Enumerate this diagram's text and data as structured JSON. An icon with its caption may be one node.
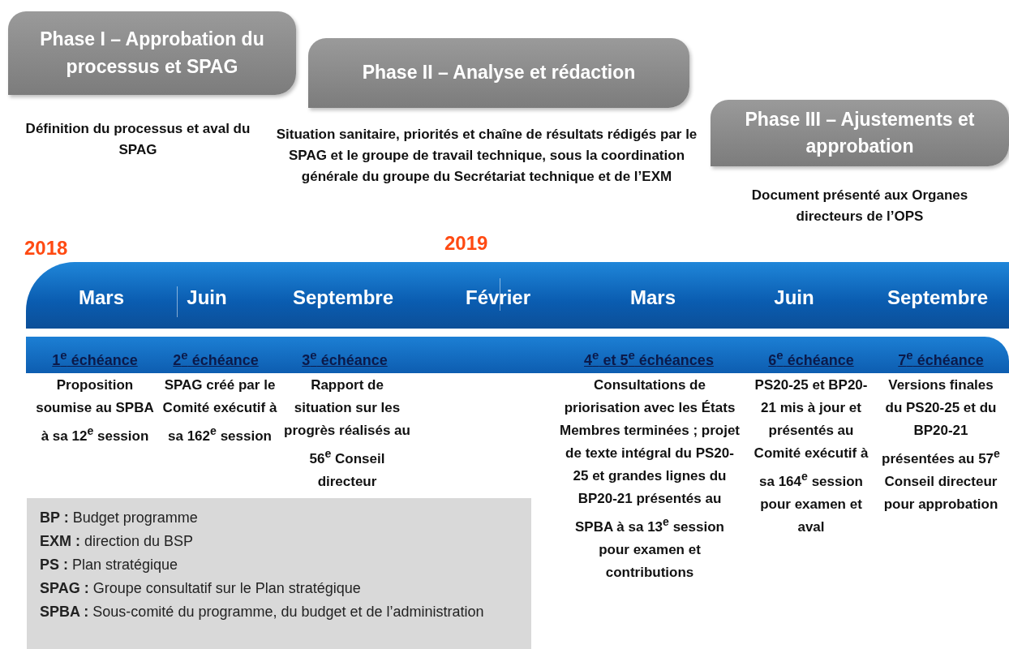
{
  "diagram": {
    "nodes": [
      {
        "text": [
          "Phase I – Approbation du processus et SPAG"
        ],
        "beside": [
          "Définition du processus et aval du SPAG"
        ]
      },
      {
        "text": [
          "Phase II – Analyse et rédaction"
        ],
        "beside": [
          "Situation sanitaire, priorités et chaîne de résultats rédigés par le SPAG et le groupe de travail technique, sous la coordination générale du groupe du Secrétariat technique et de l’EXM"
        ]
      },
      {
        "text": [
          "Phase III – Ajustements et approbation"
        ],
        "beside": [
          "Document présenté aux Organes directeurs de l’OPS"
        ]
      },
      {
        "text": [
          "Mars",
          "Juin",
          "Septembre",
          "Février",
          "Mars",
          "Juin",
          "Septembre"
        ]
      },
      {
        "text": [
          "1$^{e}$ échéance",
          "2$^{e}$ échéance",
          "3$^{e}$ échéance",
          "4$^{e}$ et 5$^{e}$ échéances",
          "6$^{e}$ échéance",
          "7$^{e}$ échéance"
        ]
      },
      {
        "text": [
          "**BP :** Budget programme",
          "**EXM :** direction du BSP",
          "**PS :** Plan stratégique",
          "**SPAG :** Groupe consultatif sur le Plan stratégique",
          "**SPBA :** Sous-comité du programme, du budget et de l’administration"
        ]
      }
    ],
    "edges": [],
    "labels": [
      "2018",
      "2019",
      "Proposition soumise au SPBA à sa 12$^{e}$ session",
      "SPAG créé par le Comité exécutif à sa 162$^{e}$ session",
      "Rapport de situation sur les progrès réalisés au 56$^{e}$ Conseil directeur",
      "Consultations de priorisation avec les États Membres terminées ; projet de texte intégral du PS20-25 et grandes lignes du BP20-21 présentés au SPBA à sa 13$^{e}$ session pour examen et contributions",
      "PS20-25 et BP20-21 mis à jour et présentés au Comité exécutif à sa 164$^{e}$ session pour examen et aval",
      "Versions finales du PS20-25 et du BP20-21 présentées au 57$^{e}$ Conseil directeur pour approbation"
    ]
  }
}
